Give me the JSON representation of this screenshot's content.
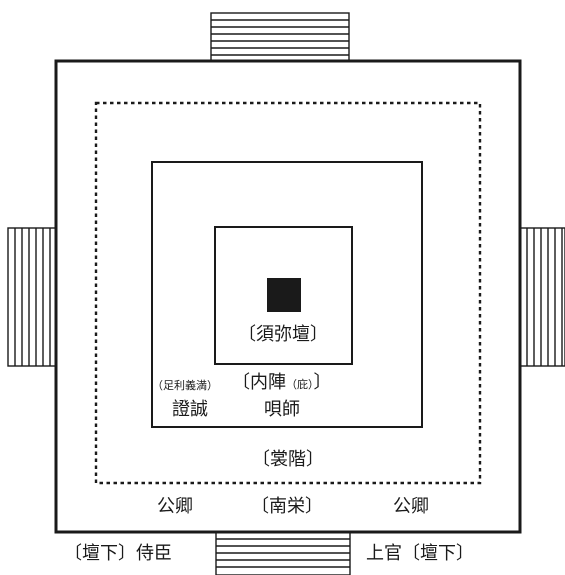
{
  "colors": {
    "ink": "#1a1a1a",
    "background": "#ffffff",
    "altar": "#1a1a1a"
  },
  "labels": {
    "altar": "〔須弥壇〕",
    "shogun_note": "（足利義満）",
    "inner_sanctum": "〔内陣",
    "inner_sanctum_note": "（庇）",
    "inner_sanctum_close": "〕",
    "shomyo": "證誠",
    "chanting_master": "唄師",
    "upper_floor": "〔裳階〕",
    "noble_left": "公卿",
    "south_platform": "〔南栄〕",
    "noble_right": "公卿",
    "below_altar_left": "〔壇下〕侍臣",
    "below_altar_right": "上官〔壇下〕"
  },
  "icons": {
    "stairs": "stairs-icon",
    "altar": "altar-block-icon"
  }
}
